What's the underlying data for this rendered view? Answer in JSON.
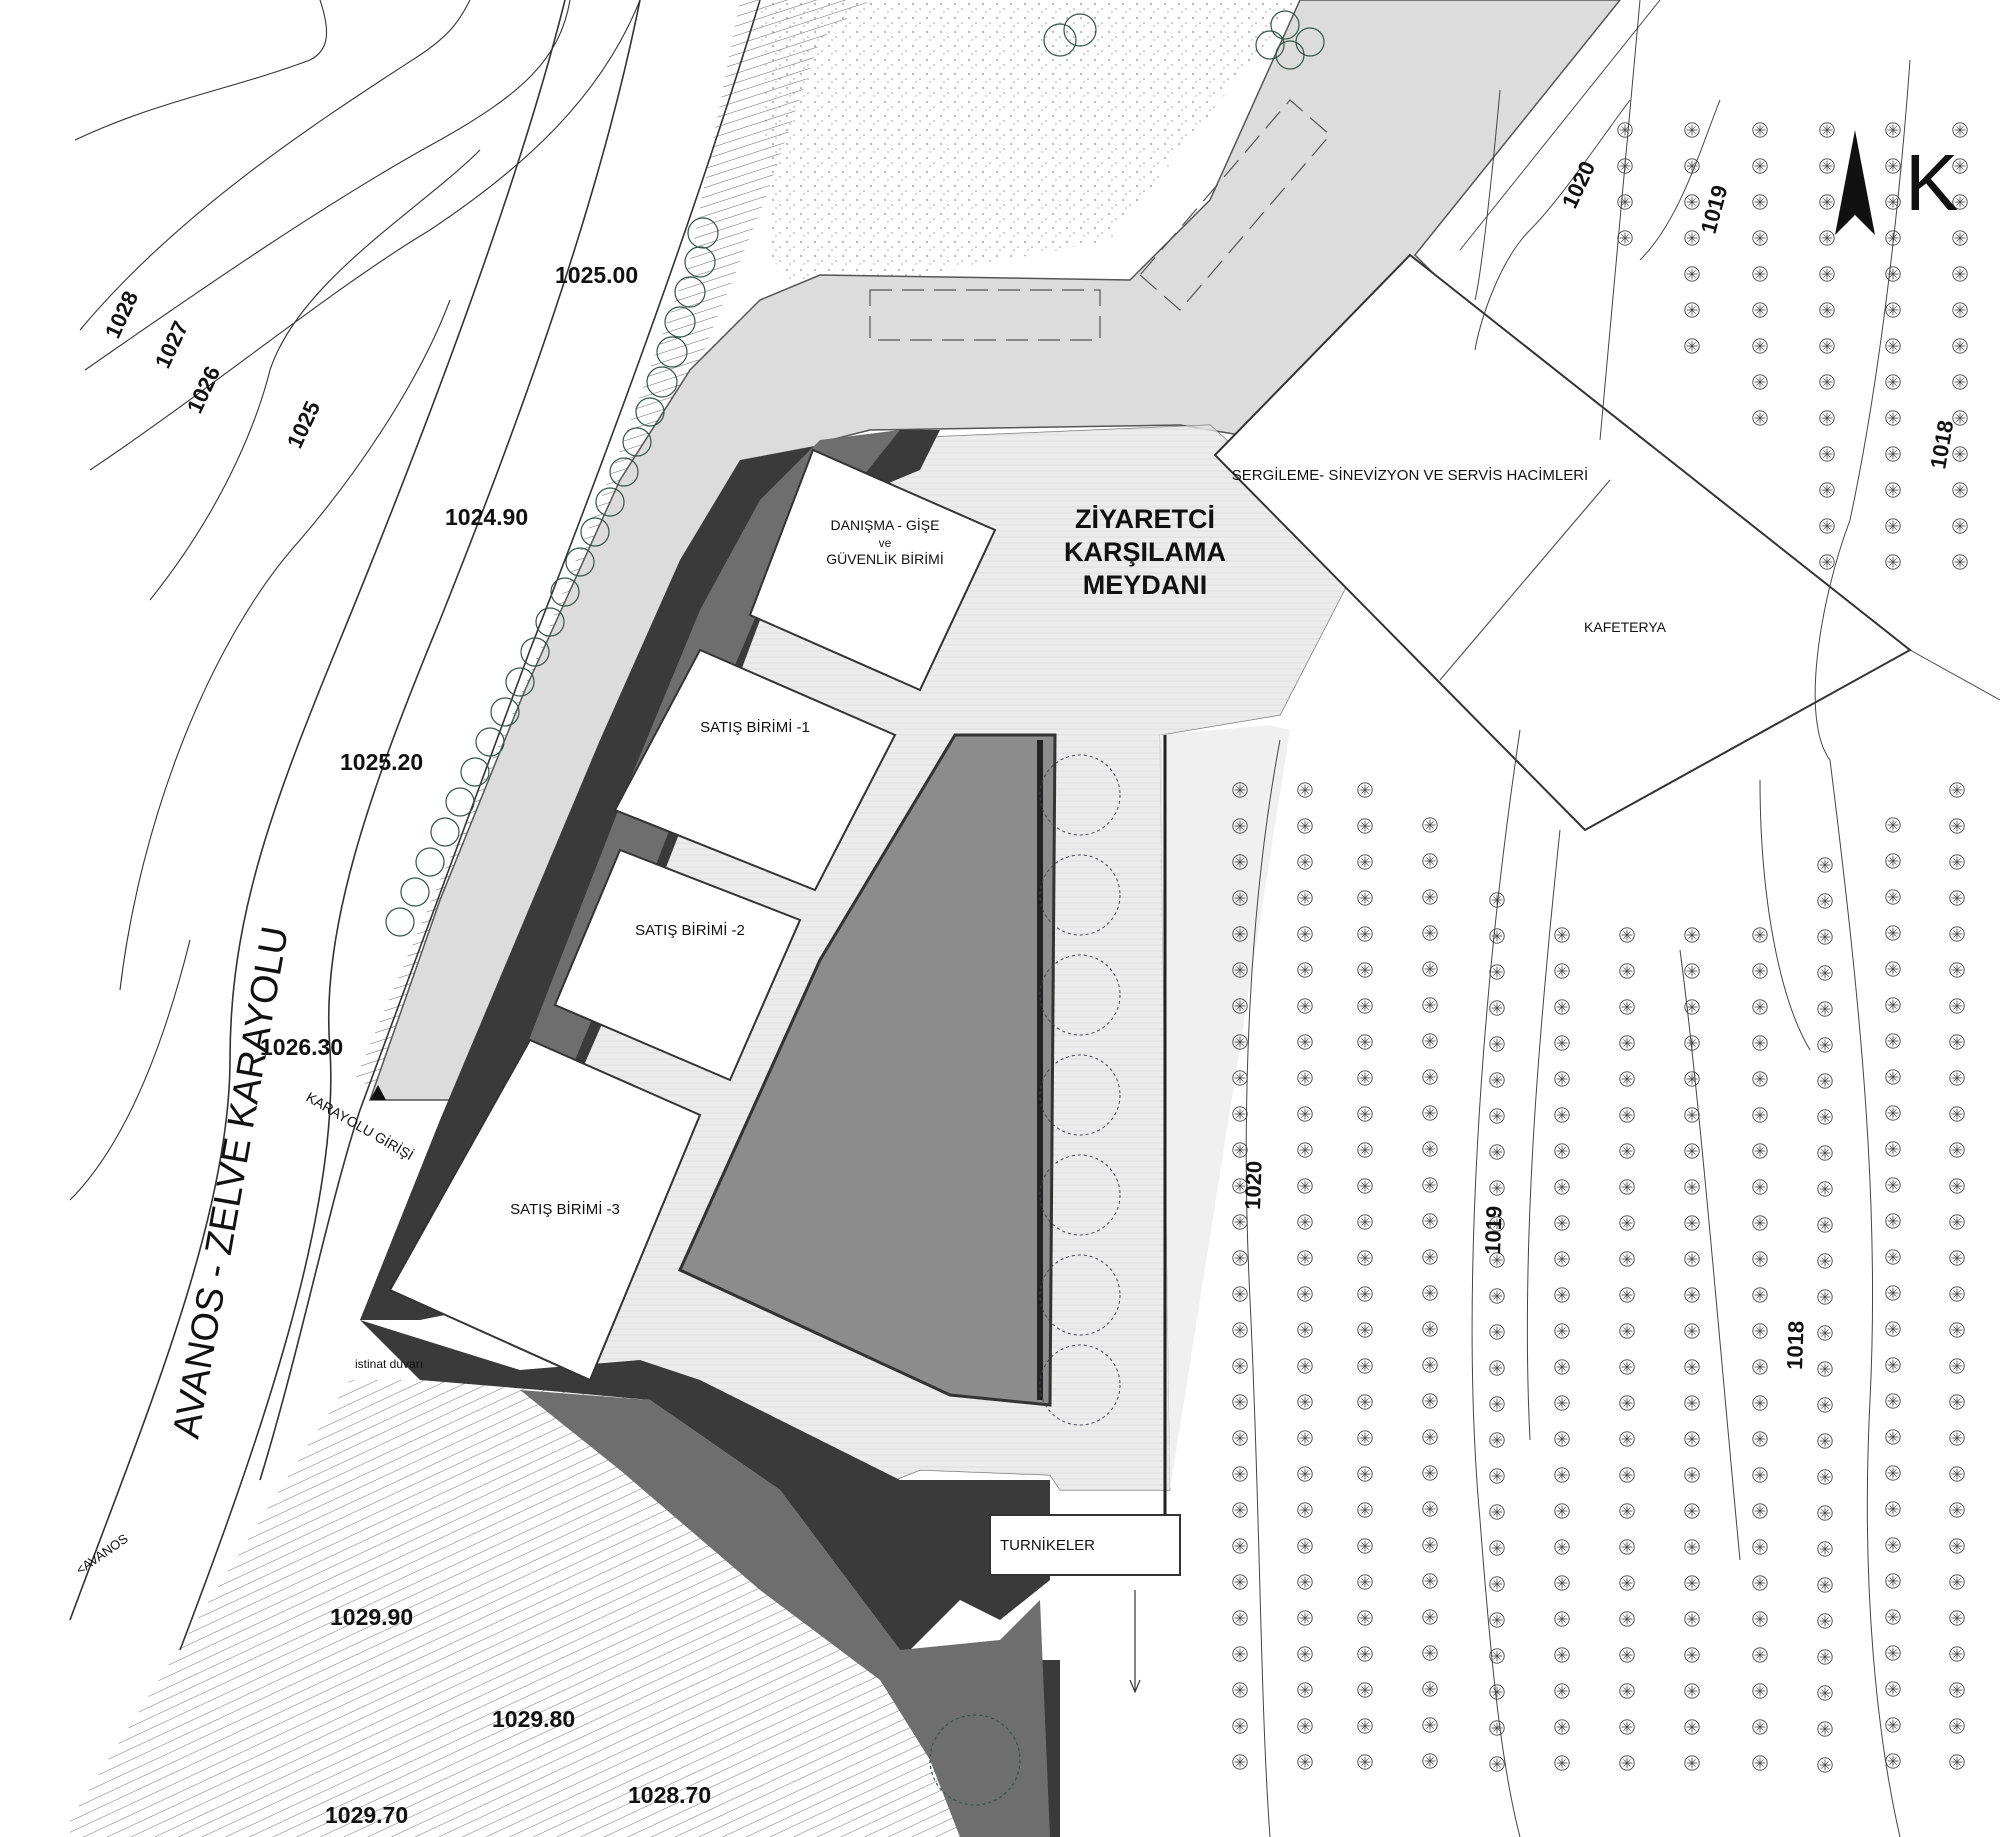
{
  "north": {
    "letter": "K"
  },
  "spaces": {
    "plaza": [
      "ZİYARETCİ",
      "KARŞILAMA",
      "MEYDANI"
    ],
    "info": [
      "DANIŞMA - GİŞE",
      "ve",
      "GÜVENLİK BİRİMİ"
    ],
    "sale1": "SATIŞ BİRİMİ -1",
    "sale2": "SATIŞ BİRİMİ -2",
    "sale3": "SATIŞ BİRİMİ -3",
    "exhibition": "SERGİLEME- SİNEVİZYON VE SERVİS HACİMLERİ",
    "cafe": "KAFETERYA",
    "turnstiles": "TURNİKELER"
  },
  "road": {
    "name": "AVANOS - ZELVE KARAYOLU",
    "entrance": "KARAYOLU GİRİŞİ",
    "direction": "<AVANOS",
    "wall": "istinat duvarı"
  },
  "spot_elevations": [
    "1025.00",
    "1024.90",
    "1025.20",
    "1026.30",
    "1029.90",
    "1029.80",
    "1028.70",
    "1029.70"
  ],
  "contours": [
    "1028",
    "1027",
    "1026",
    "1025",
    "1020",
    "1019",
    "1018",
    "1020",
    "1019",
    "1018"
  ],
  "colors": {
    "paving": "#dcdcdc",
    "wall_dark": "#3a3a3a",
    "pool": "#8c8c8c",
    "ramp": "#6e6e6e",
    "building": "#ffffff"
  }
}
